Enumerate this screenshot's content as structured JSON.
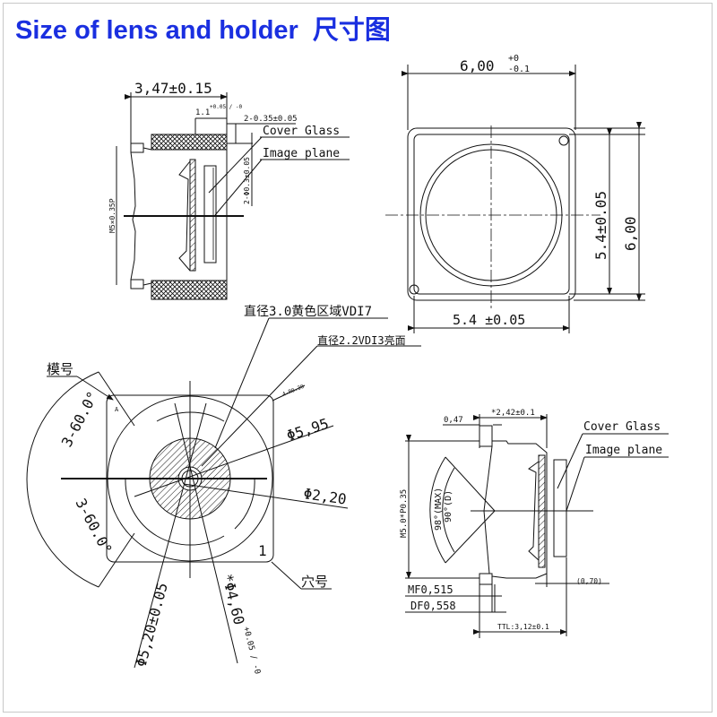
{
  "title": {
    "en": "Size of lens and holder",
    "cn": "尺寸图"
  },
  "side_view": {
    "width_dim": "3,47±0.15",
    "step_dim": "1.1",
    "step_tol": "+0.05 / -0",
    "glass_thickness": "2-0.35±0.05",
    "cover_glass_label": "Cover Glass",
    "image_plane_label": "Image plane",
    "hole_dim": "2-Φ0.3±0.05",
    "thread": "M5×0.35P"
  },
  "top_view": {
    "outer_width": "6,00",
    "outer_width_tol": {
      "plus": "+0",
      "minus": "-0.1"
    },
    "inner_height": "5.4±0.05",
    "outer_height": "6,00",
    "inner_width": "5.4 ±0.05"
  },
  "front_view": {
    "vdi7_label": "直径3.0黄色区域VDI7",
    "vdi3_label": "直径2.2VDI3亮面",
    "model_no_label": "模号",
    "model_mark": "A",
    "angle_upper": "3-60.0°",
    "angle_lower": "3-60.0°",
    "corner_radius": "4-R0.30",
    "dia_595": "Φ5,95",
    "dia_220": "Φ2,20",
    "cavity_mark": "1",
    "cavity_no_label": "穴号",
    "dia_520": "Φ5,20±0.05",
    "dia_460": "*Φ4,60",
    "dia_460_tol": "+0.05 / -0"
  },
  "lens_view": {
    "flange": "0,47",
    "length": "*2,42±0.1",
    "cover_glass_label": "Cover Glass",
    "image_plane_label": "Image plane",
    "thread": "M5.0*P0.35",
    "fov_max": "98°(MAX)",
    "fov_d": "90°(D)",
    "gap": "(0,70)",
    "mf": "MF0,515",
    "df": "DF0,558",
    "ttl": "TTL:3,12±0.1"
  }
}
